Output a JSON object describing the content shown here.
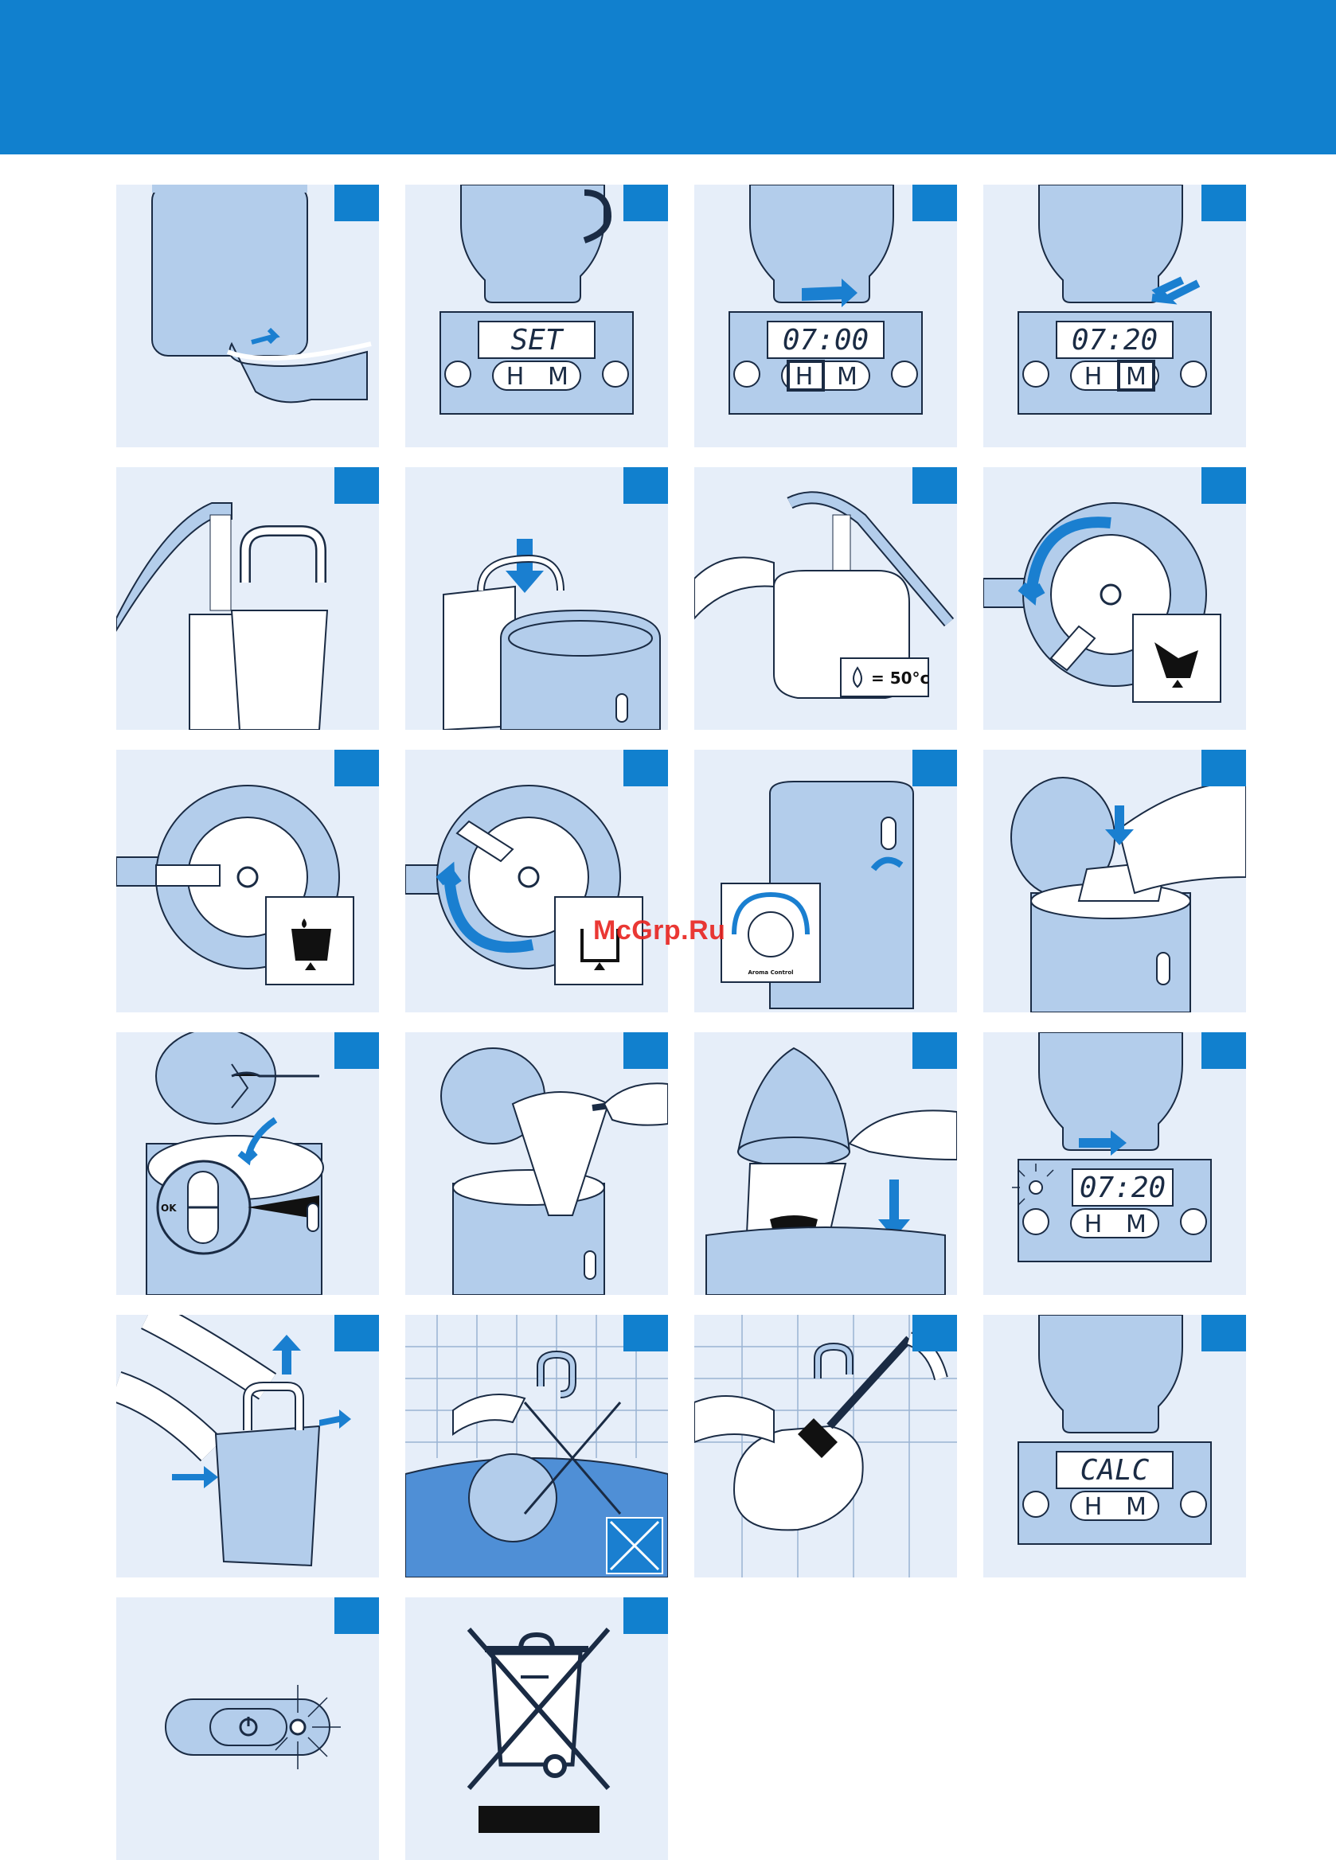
{
  "colors": {
    "header_band": "#1180ce",
    "panel_background": "#e6eef9",
    "illustration_blue": "#b3cdeb",
    "outline": "#1a2b44",
    "arrow": "#1a7fd0",
    "watermark": "#e8231f"
  },
  "watermark": "McGrp.Ru",
  "panels": [
    {
      "id": 1,
      "scene": "hand-pulling-cord"
    },
    {
      "id": 2,
      "scene": "coffee-maker-display",
      "display": "SET",
      "buttons": [
        "H",
        "M"
      ]
    },
    {
      "id": 3,
      "scene": "coffee-maker-display",
      "display": "07:00",
      "buttons": [
        "H",
        "M"
      ],
      "highlight": "H"
    },
    {
      "id": 4,
      "scene": "coffee-maker-display",
      "display": "07:20",
      "buttons": [
        "H",
        "M"
      ],
      "highlight": "M"
    },
    {
      "id": 5,
      "scene": "water-tank-under-tap"
    },
    {
      "id": 6,
      "scene": "insert-water-tank"
    },
    {
      "id": 7,
      "scene": "jug-filling",
      "label": "= 50°c"
    },
    {
      "id": 8,
      "scene": "jug-lid-pour-symbol"
    },
    {
      "id": 9,
      "scene": "jug-lid-closed-symbol"
    },
    {
      "id": 10,
      "scene": "jug-lid-rotate"
    },
    {
      "id": 11,
      "scene": "aroma-control",
      "label": "Aroma Control"
    },
    {
      "id": 12,
      "scene": "insert-filter"
    },
    {
      "id": 13,
      "scene": "add-ground-coffee",
      "label": "OK"
    },
    {
      "id": 14,
      "scene": "remove-filter-holder"
    },
    {
      "id": 15,
      "scene": "discard-filter"
    },
    {
      "id": 16,
      "scene": "coffee-maker-display",
      "display": "07:20",
      "buttons": [
        "H",
        "M"
      ],
      "blink": true
    },
    {
      "id": 17,
      "scene": "lift-tank-handle"
    },
    {
      "id": 18,
      "scene": "no-dishwasher"
    },
    {
      "id": 19,
      "scene": "clean-with-brush"
    },
    {
      "id": 20,
      "scene": "coffee-maker-display",
      "display": "CALC",
      "buttons": [
        "H",
        "M"
      ]
    },
    {
      "id": 21,
      "scene": "power-button-blink"
    },
    {
      "id": 22,
      "scene": "weee-disposal"
    }
  ]
}
